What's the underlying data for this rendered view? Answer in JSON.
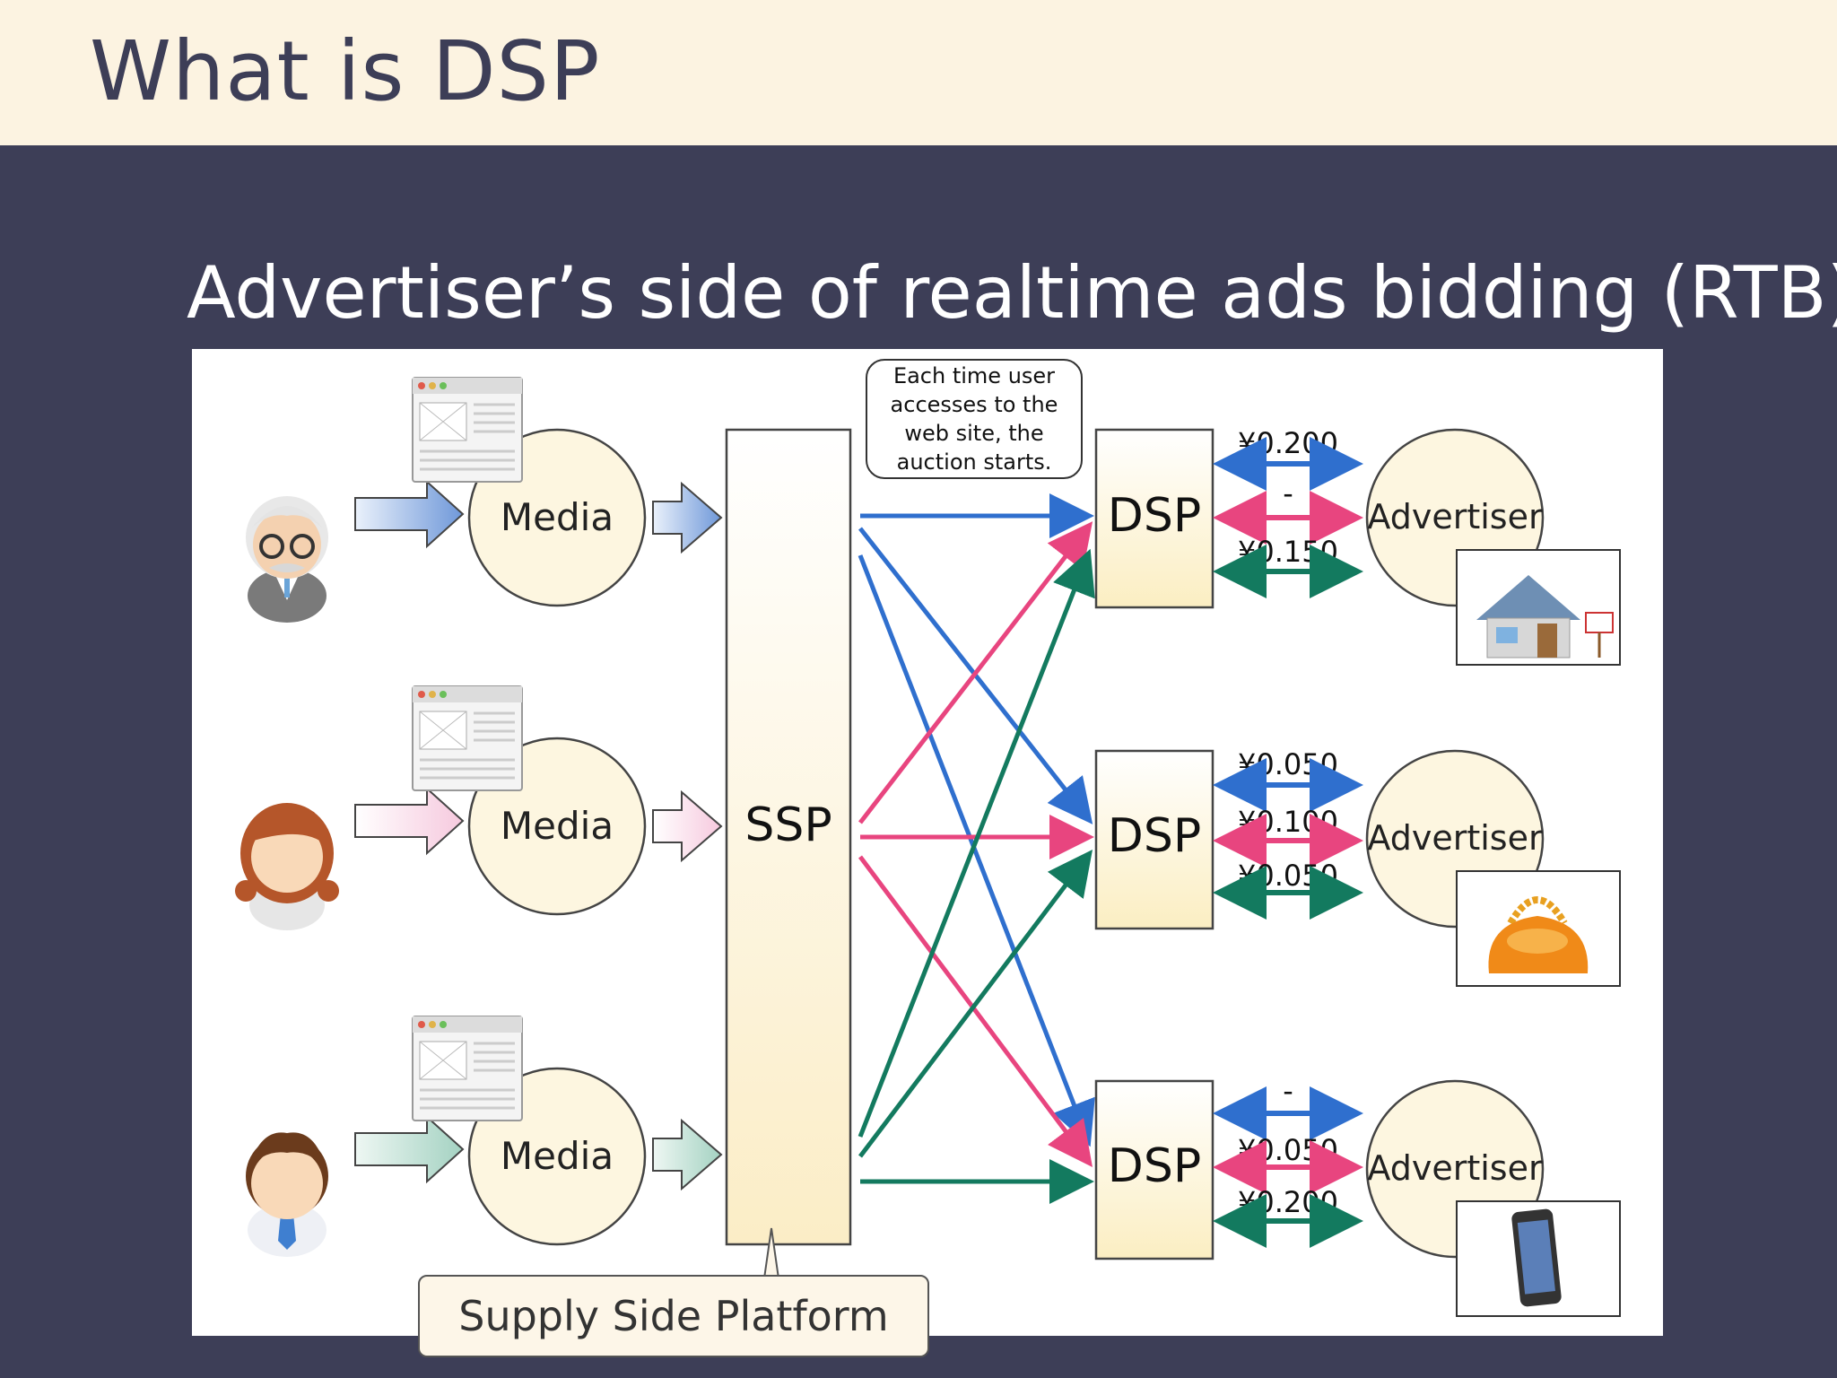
{
  "slide": {
    "title": "What is DSP",
    "subtitle": "Advertiser’s side of realtime ads bidding (RTB)"
  },
  "diagram": {
    "media_label": "Media",
    "ssp_label": "SSP",
    "ssp_callout": "Supply Side Platform",
    "auction_note": [
      "Each time user",
      "accesses to the",
      "web site, the",
      "auction starts."
    ],
    "dsp_label": "DSP",
    "advertiser_label": "Advertiser",
    "dsp_rows": [
      {
        "bids": [
          "¥0.200",
          "-",
          "¥0.150"
        ],
        "product": "house-for-sale"
      },
      {
        "bids": [
          "¥0.050",
          "¥0.100",
          "¥0.050"
        ],
        "product": "handbag"
      },
      {
        "bids": [
          "-",
          "¥0.050",
          "¥0.200"
        ],
        "product": "smartphone"
      }
    ],
    "colors": {
      "blue": "#2f6fce",
      "pink": "#e8457f",
      "green": "#137a5f",
      "circle_fill": "#fdf6e0",
      "box_fill": "#fef7dc"
    }
  }
}
